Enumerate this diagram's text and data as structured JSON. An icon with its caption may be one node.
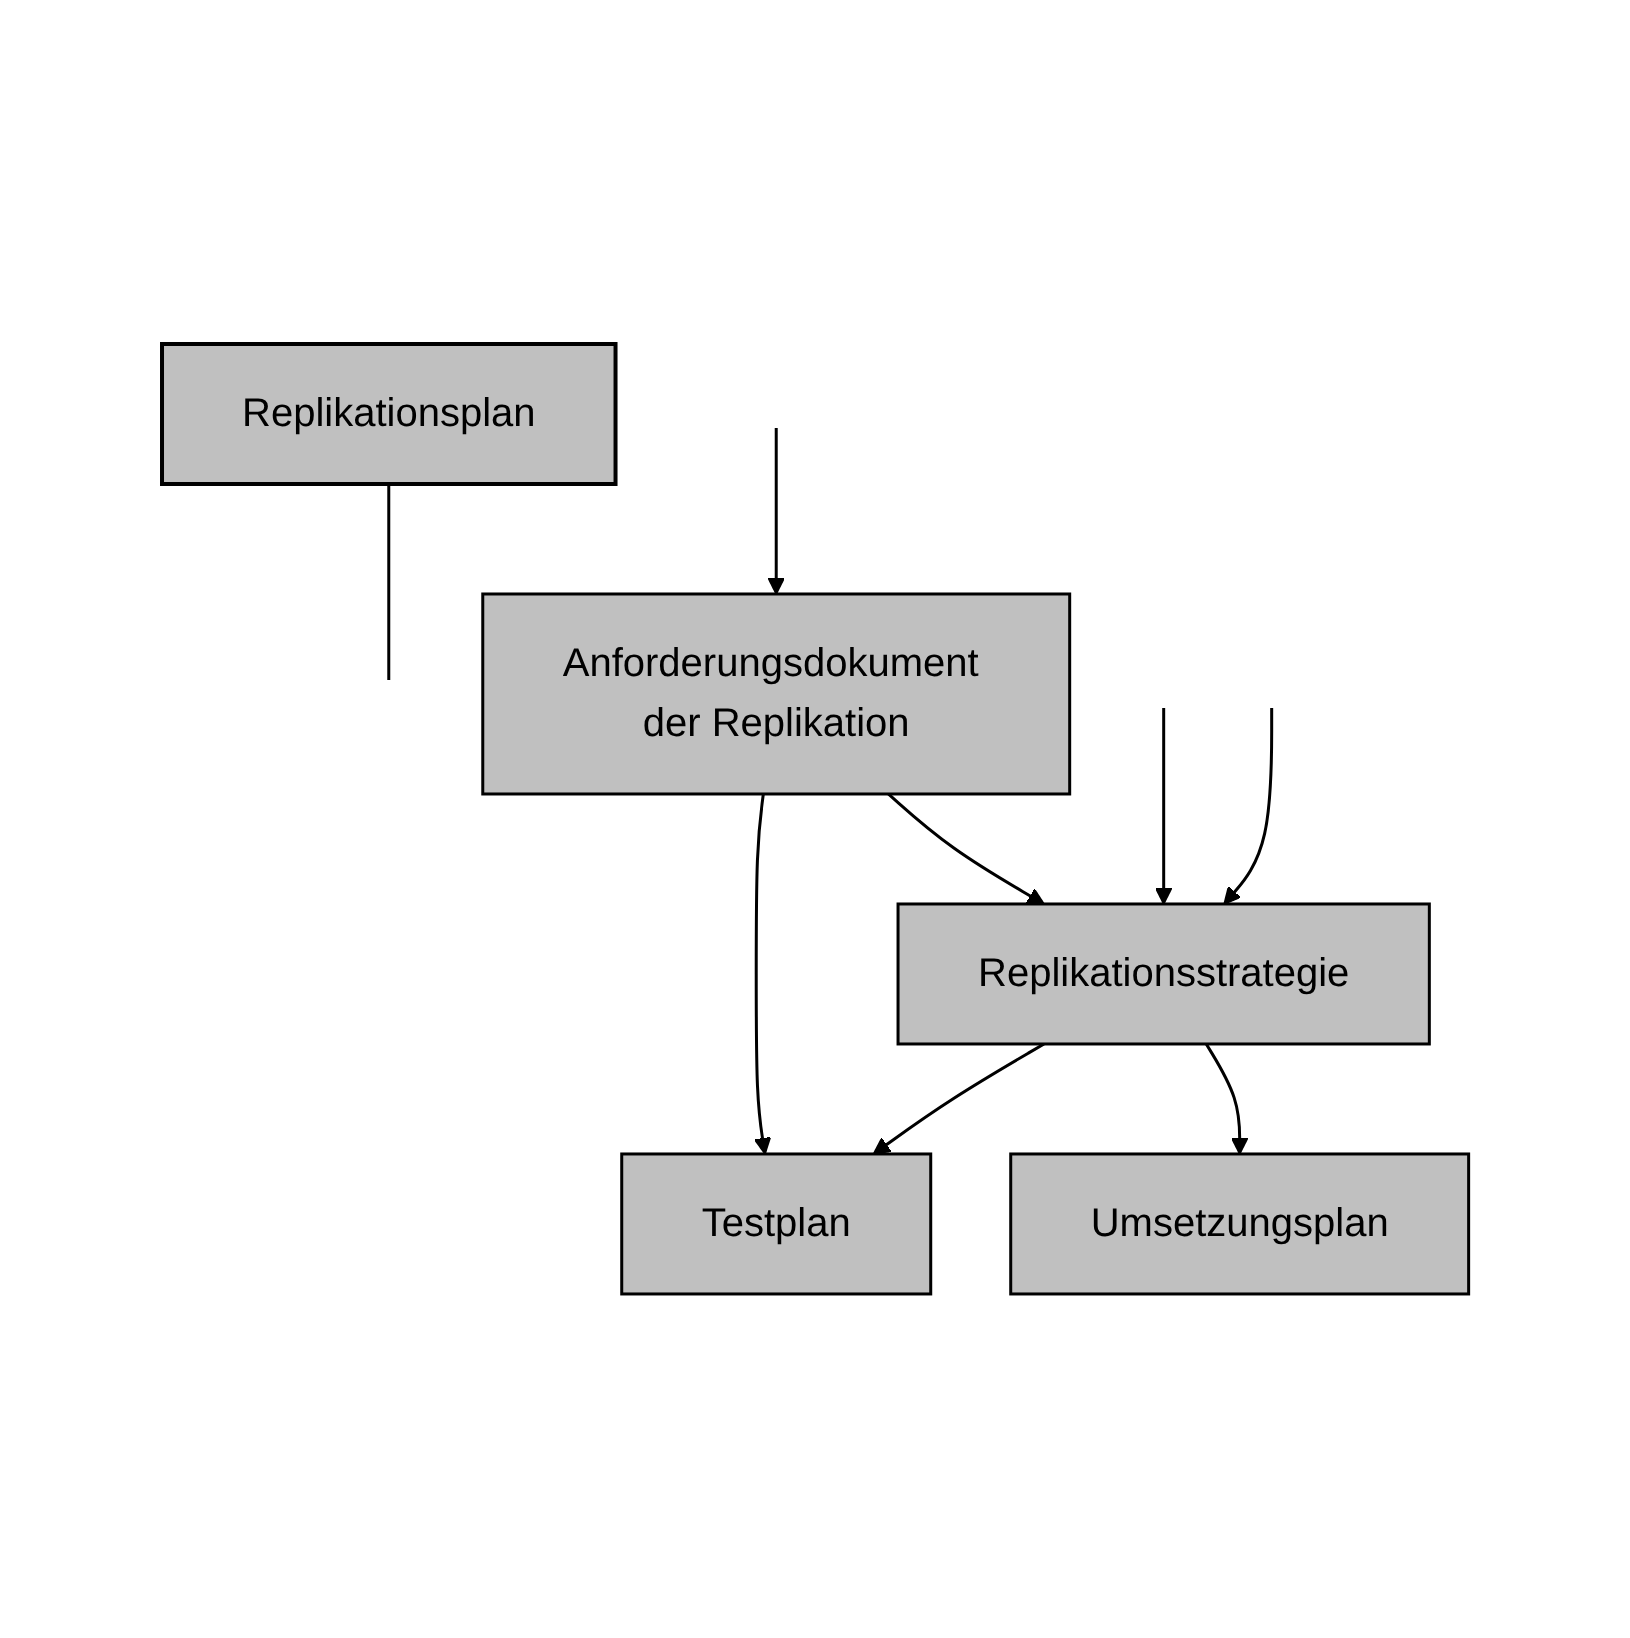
{
  "diagram": {
    "nodes": [
      {
        "text": [
          "Replikationsplan"
        ]
      },
      {
        "text": [
          "Anforderungsdokument der Replikation"
        ]
      },
      {
        "text": [
          "Replikationsstrategie"
        ]
      },
      {
        "text": [
          "Umsetzungsplan"
        ]
      },
      {
        "text": [
          "Testplan"
        ]
      }
    ],
    "edges": [
      {
        "from": 0,
        "to": null,
        "arrow": "none"
      },
      {
        "from": null,
        "to": 1,
        "arrow": "to"
      },
      {
        "from": 1,
        "to": 2,
        "arrow": "to"
      },
      {
        "from": null,
        "to": 2,
        "arrow": "to"
      },
      {
        "from": null,
        "to": 2,
        "arrow": "to"
      },
      {
        "from": 2,
        "to": 3,
        "arrow": "to"
      },
      {
        "from": 2,
        "to": 4,
        "arrow": "to"
      },
      {
        "from": 1,
        "to": 4,
        "arrow": "to"
      }
    ]
  }
}
